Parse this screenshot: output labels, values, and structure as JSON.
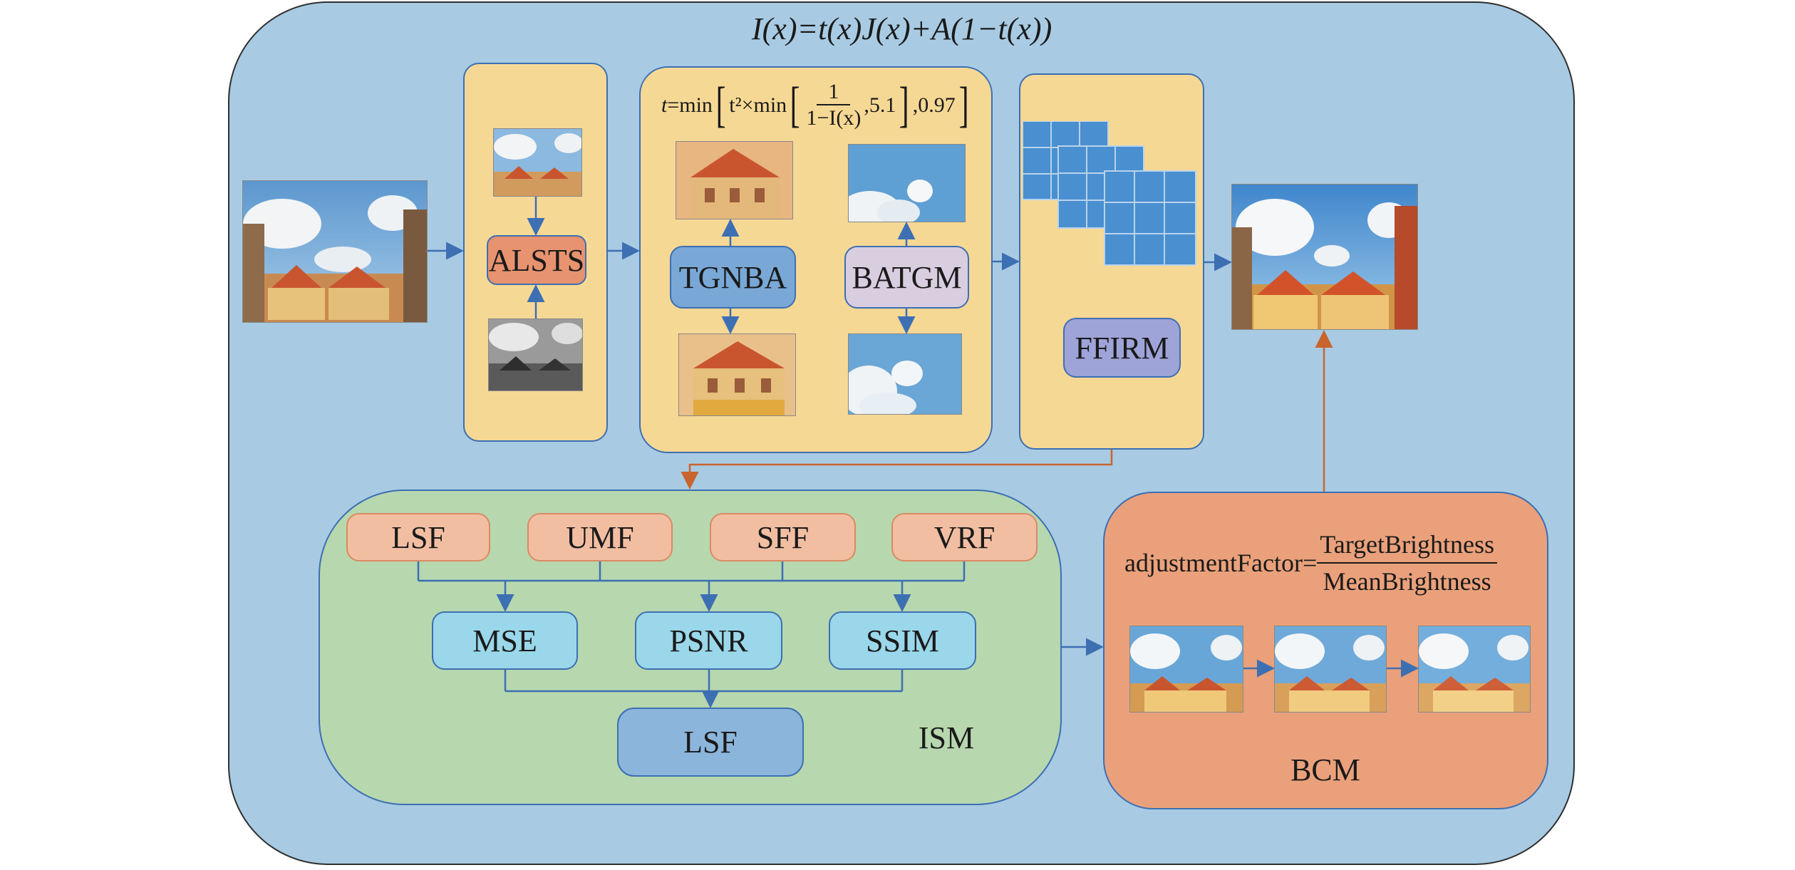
{
  "equation": "I(x)=t(x)J(x)+A(1−t(x))",
  "t_formula": {
    "lhs": "t",
    "eq": "=min",
    "inner_prefix": "t²×min",
    "frac_num": "1",
    "frac_den": "1−I(x)",
    "after_frac": ",5.1",
    "after_bracket": ",0.97"
  },
  "modules": {
    "alsts": "ALSTS",
    "tgnba": "TGNBA",
    "batgm": "BATGM",
    "ffirm": "FFIRM",
    "ism": "ISM",
    "bcm": "BCM"
  },
  "filters": [
    "LSF",
    "UMF",
    "SFF",
    "VRF"
  ],
  "metrics": [
    "MSE",
    "PSNR",
    "SSIM"
  ],
  "ism_output": "LSF",
  "bcm_formula": {
    "lhs": "adjustmentFactor=",
    "numerator": "TargetBrightness",
    "denominator": "MeanBrightness"
  },
  "colors": {
    "background_blue": "#a8cbe3",
    "panel_yellow": "#f6d895",
    "panel_green": "#b7d7ae",
    "panel_orange": "#eaa17b",
    "arrow_blue": "#3d6fb3",
    "arrow_orange": "#c9642f"
  }
}
